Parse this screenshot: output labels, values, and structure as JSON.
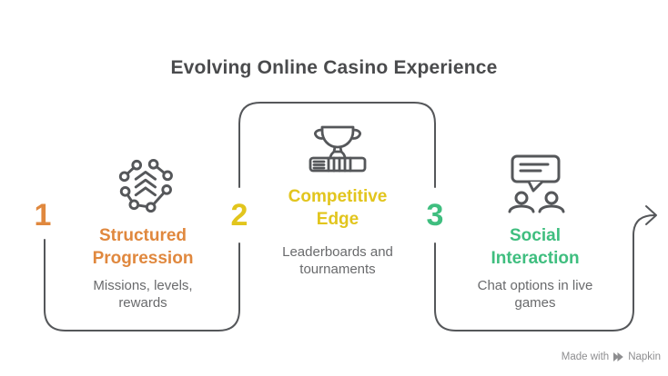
{
  "title": "Evolving Online Casino Experience",
  "steps": [
    {
      "number": "1",
      "heading": "Structured Progression",
      "description": "Missions, levels, rewards",
      "accent_color": "#E0883E",
      "icon": "progression-network-icon"
    },
    {
      "number": "2",
      "heading": "Competitive Edge",
      "description": "Leaderboards and tournaments",
      "accent_color": "#E2C51D",
      "icon": "trophy-leaderboard-icon"
    },
    {
      "number": "3",
      "heading": "Social Interaction",
      "description": "Chat options in live games",
      "accent_color": "#3FBE7F",
      "icon": "chat-people-icon"
    }
  ],
  "watermark": {
    "prefix": "Made with",
    "brand": "Napkin"
  },
  "colors": {
    "title_text": "#4A4B4D",
    "body_text": "#696A6C",
    "line": "#55575A",
    "icon_stroke": "#55575A",
    "watermark_text": "#8E8E90",
    "background": "#FFFFFF"
  }
}
